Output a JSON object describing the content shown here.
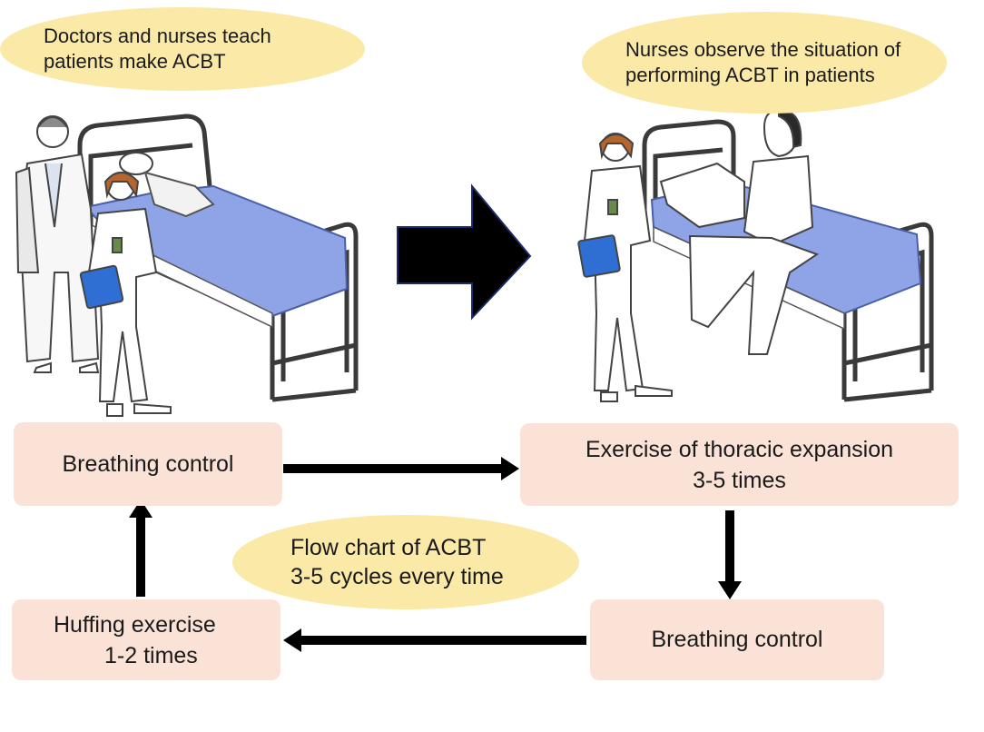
{
  "top_left_callout": {
    "line1": "Doctors and nurses teach",
    "line2": "patients make ACBT"
  },
  "top_right_callout": {
    "line1": "Nurses observe the situation of",
    "line2": "performing ACBT in patients"
  },
  "center_callout": {
    "line1": "Flow chart of ACBT",
    "line2": "3-5 cycles every time"
  },
  "steps": {
    "breathing_control_top": {
      "label": "Breathing control"
    },
    "thoracic_expansion": {
      "line1": "Exercise of thoracic expansion",
      "line2": "3-5 times"
    },
    "breathing_control_bottom": {
      "label": "Breathing control"
    },
    "huffing_exercise": {
      "line1": "Huffing exercise",
      "line2": "1-2 times"
    }
  },
  "colors": {
    "callout": "#fae9a7",
    "step_box": "#fbe2d6",
    "arrow": "#000000",
    "bed_sheet": "#8ea4e6",
    "bed_frame": "#3a3a3a"
  },
  "icons": [
    "doctor-figure",
    "nurse-figure",
    "patient-lying-figure",
    "patient-sitting-figure",
    "hospital-bed",
    "right-arrow"
  ]
}
